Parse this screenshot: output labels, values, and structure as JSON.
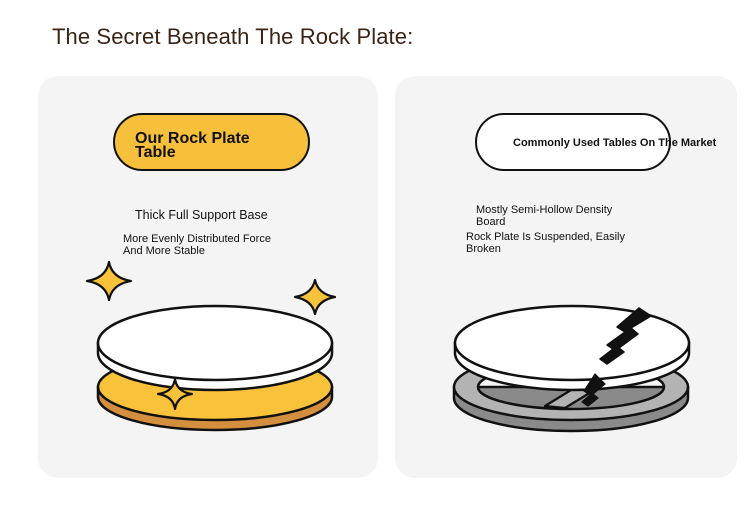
{
  "page": {
    "title": "The Secret Beneath The Rock Plate:"
  },
  "left_card": {
    "pill_label_line1": "Our Rock Plate",
    "pill_label_line2": "Table",
    "heading": "Thick Full Support Base",
    "description_line1": "More Evenly Distributed Force",
    "description_line2": "And More Stable",
    "colors": {
      "pill": "#f7c03c",
      "base_top": "#f8c23a",
      "base_side": "#d48f3e"
    },
    "icons": [
      "sparkle-icon",
      "sparkle-icon",
      "sparkle-icon"
    ]
  },
  "right_card": {
    "pill_label": "Commonly Used Tables On The Market",
    "heading_line1": "Mostly Semi-Hollow Density",
    "heading_line2": "Board",
    "description_line1": "Rock Plate Is Suspended, Easily",
    "description_line2": "Broken",
    "colors": {
      "base_ring": "#b3b3b3",
      "base_side": "#8a8a8a"
    },
    "icons": [
      "crack-icon"
    ]
  }
}
